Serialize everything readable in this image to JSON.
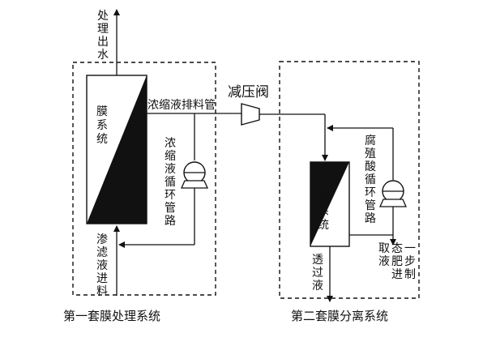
{
  "labels": {
    "treated_water": "处理出水",
    "membrane_system_1": "膜系统",
    "concentrate_discharge_pipe": "浓缩液排料管",
    "pressure_reducing_valve": "减压阀",
    "concentrate_recirculation": "浓缩液循环管路",
    "leachate_feed": "渗滤液进料",
    "humic_acid_recirculation": "腐殖酸循环管路",
    "membrane_system_2": "膜系统",
    "permeate": "透过液",
    "fertilizer_output": "取液态肥进一步制",
    "system_1_caption": "第一套膜处理系统",
    "system_2_caption": "第二套膜分离系统"
  }
}
